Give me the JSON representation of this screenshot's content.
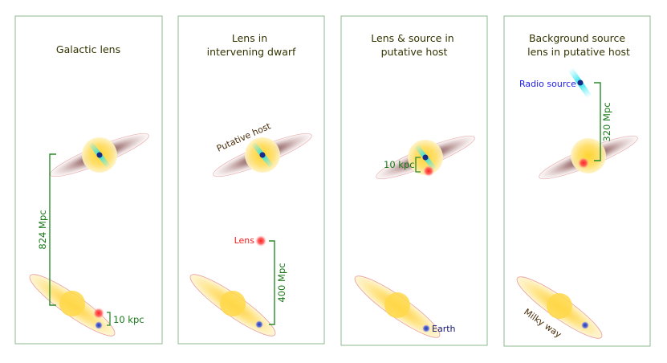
{
  "panels": [
    {
      "title_lines": [
        "Galactic lens"
      ],
      "distance_label": "824 Mpc",
      "size_label": "10 kpc"
    },
    {
      "title_lines": [
        "Lens in",
        "intervening dwarf"
      ],
      "host_label": "Putative host",
      "lens_label": "Lens",
      "distance_label": "400 Mpc"
    },
    {
      "title_lines": [
        "Lens & source in",
        "putative host"
      ],
      "size_label": "10 kpc",
      "earth_label": "Earth"
    },
    {
      "title_lines": [
        "Background source",
        "lens in putative host"
      ],
      "source_label": "Radio source",
      "distance_label": "320 Mpc",
      "milky_way_label": "Milky way"
    }
  ],
  "colors": {
    "panel_border": "#8fb88f",
    "bracket": "#2a8a2a",
    "galaxy_bulge": "#ffd84a",
    "galaxy_disk_outline": "#e8a0a0",
    "host_disk": "#6b3a3a",
    "source_jet": "#22e0e0",
    "source_core": "#1a2a88",
    "lens": "#ff2020",
    "earth": "#3344cc"
  }
}
